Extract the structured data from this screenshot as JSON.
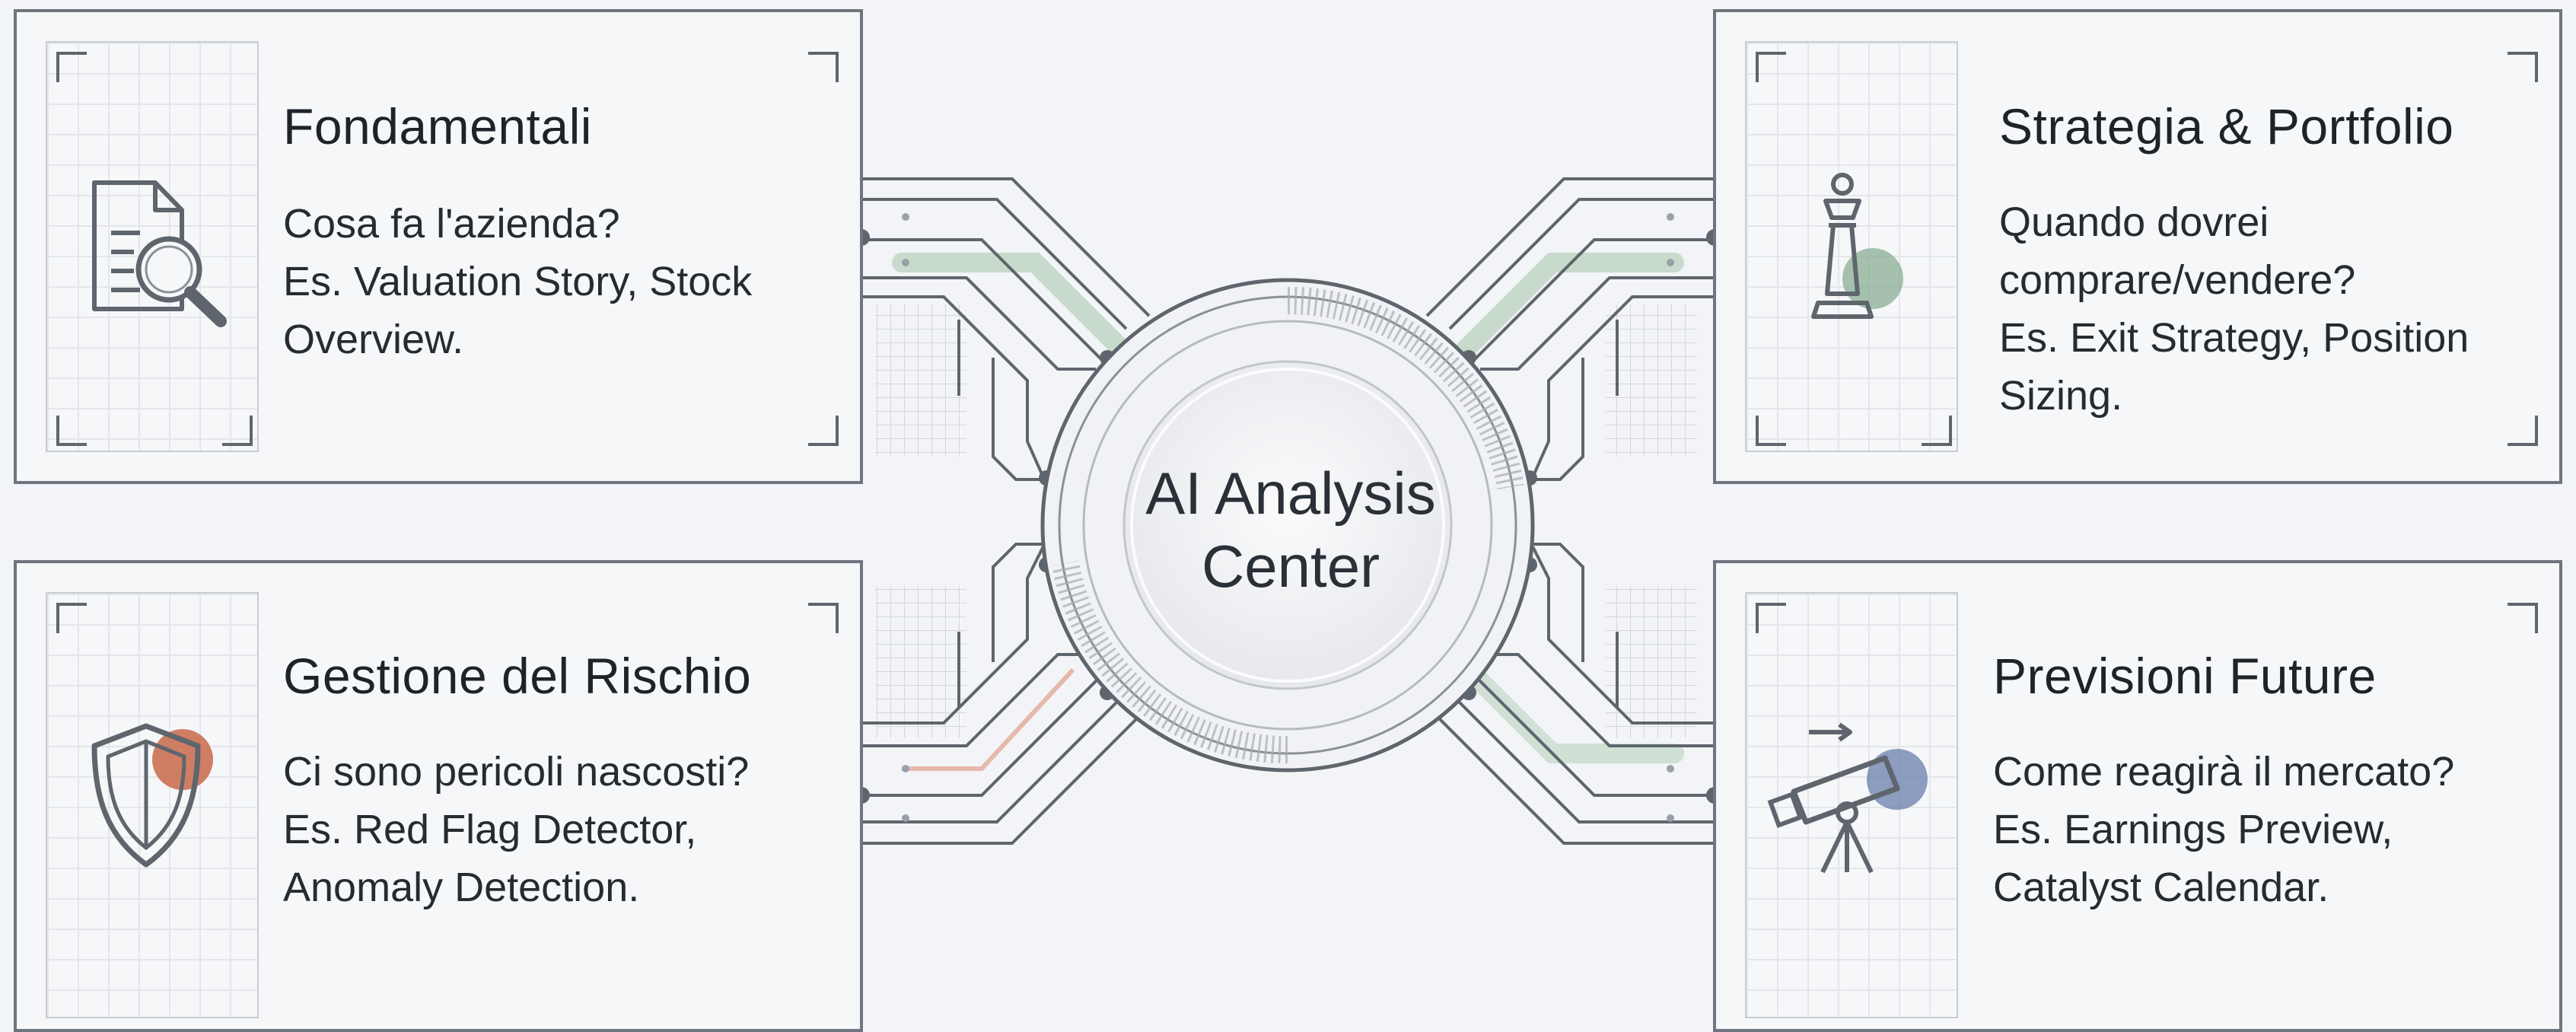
{
  "hub": {
    "title_line1": "AI Analysis",
    "title_line2": "Center"
  },
  "cards": [
    {
      "title": "Fondamentali",
      "lines": [
        "Cosa fa l'azienda?",
        "Es. Valuation Story, Stock",
        "Overview."
      ],
      "icon": "document-magnifier-icon"
    },
    {
      "title": "Strategia & Portfolio",
      "lines": [
        "Quando dovrei",
        "comprare/vendere?",
        "Es. Exit Strategy, Position",
        "Sizing."
      ],
      "icon": "chess-queen-icon",
      "accent": "#7aa585"
    },
    {
      "title": "Gestione del Rischio",
      "lines": [
        "Ci sono pericoli nascosti?",
        "Es. Red Flag Detector,",
        "Anomaly Detection."
      ],
      "icon": "shield-icon",
      "accent": "#c8694a"
    },
    {
      "title": "Previsioni Future",
      "lines": [
        "Come reagirà il mercato?",
        "Es. Earnings Preview,",
        "Catalyst Calendar."
      ],
      "icon": "telescope-icon",
      "accent": "#5f76a6"
    }
  ],
  "colors": {
    "background": "#f3f4f7",
    "line": "#5f656d",
    "green_accent": "#a9c7ad",
    "red_accent": "#c8694a",
    "blue_accent": "#5f76a6"
  }
}
